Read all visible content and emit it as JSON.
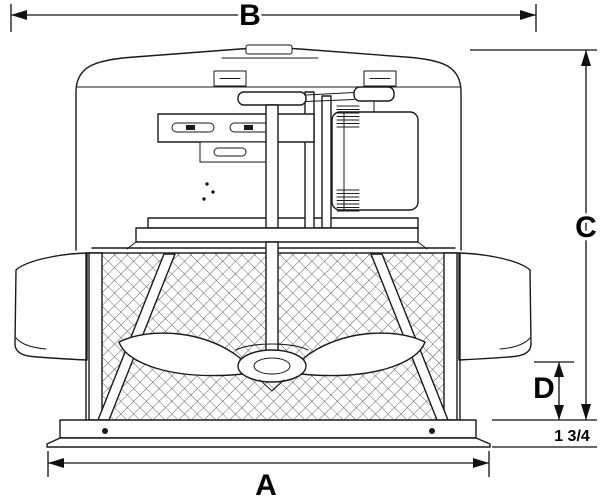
{
  "diagram": {
    "labels": {
      "a": "A",
      "b": "B",
      "c": "C",
      "d": "D",
      "base_height": "1 3/4"
    },
    "colors": {
      "ink": "#1a1a1a",
      "background": "#ffffff"
    }
  }
}
